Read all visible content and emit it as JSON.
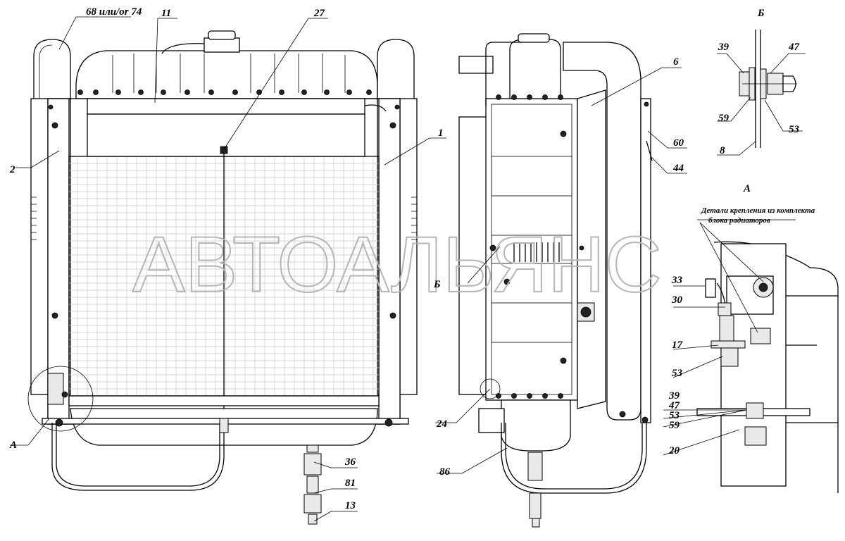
{
  "labels": {
    "l68_74": "68 или/or 74",
    "l11": "11",
    "l27": "27",
    "l1": "1",
    "l2": "2",
    "lA_main": "A",
    "l36": "36",
    "l81": "81",
    "l13": "13",
    "l6": "6",
    "l60": "60",
    "l44": "44",
    "lB_side": "Б",
    "l24": "24",
    "l86": "86",
    "lB_title": "Б",
    "l39a": "39",
    "l47a": "47",
    "l59a": "59",
    "l53a": "53",
    "l8": "8",
    "lA_title": "A",
    "l33": "33",
    "l30": "30",
    "l17": "17",
    "l53b": "53",
    "l39b": "39",
    "l47b": "47",
    "l53c": "53",
    "l59b": "59",
    "l20": "20"
  },
  "note": {
    "line1": "Детали крепления из комплекта",
    "line2": "блока радиаторов"
  },
  "watermark": "АВТОАЛЬЯНС"
}
